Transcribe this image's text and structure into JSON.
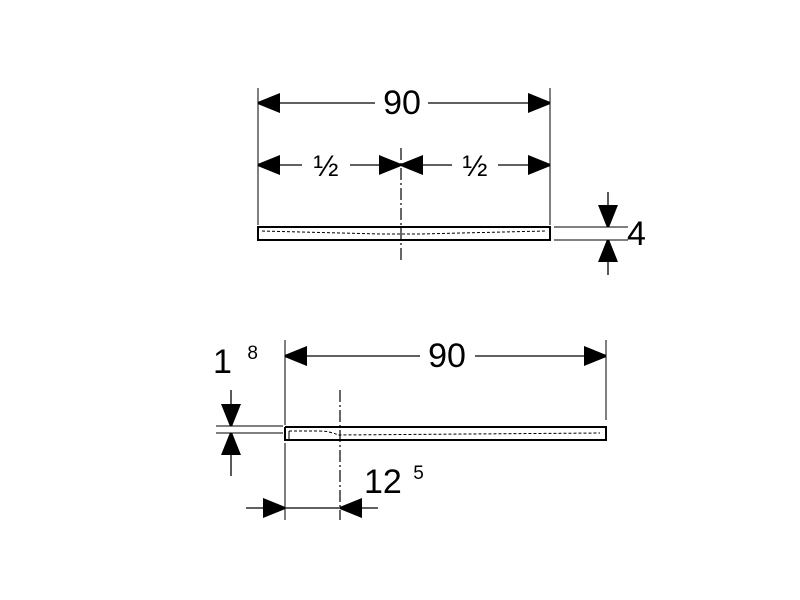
{
  "top_view": {
    "width_label": "90",
    "half_left_label": "½",
    "half_right_label": "½",
    "thickness_label": "4"
  },
  "side_view": {
    "width_label": "90",
    "height_main": "1",
    "height_sup": "8",
    "offset_main": "12",
    "offset_sup": "5"
  }
}
